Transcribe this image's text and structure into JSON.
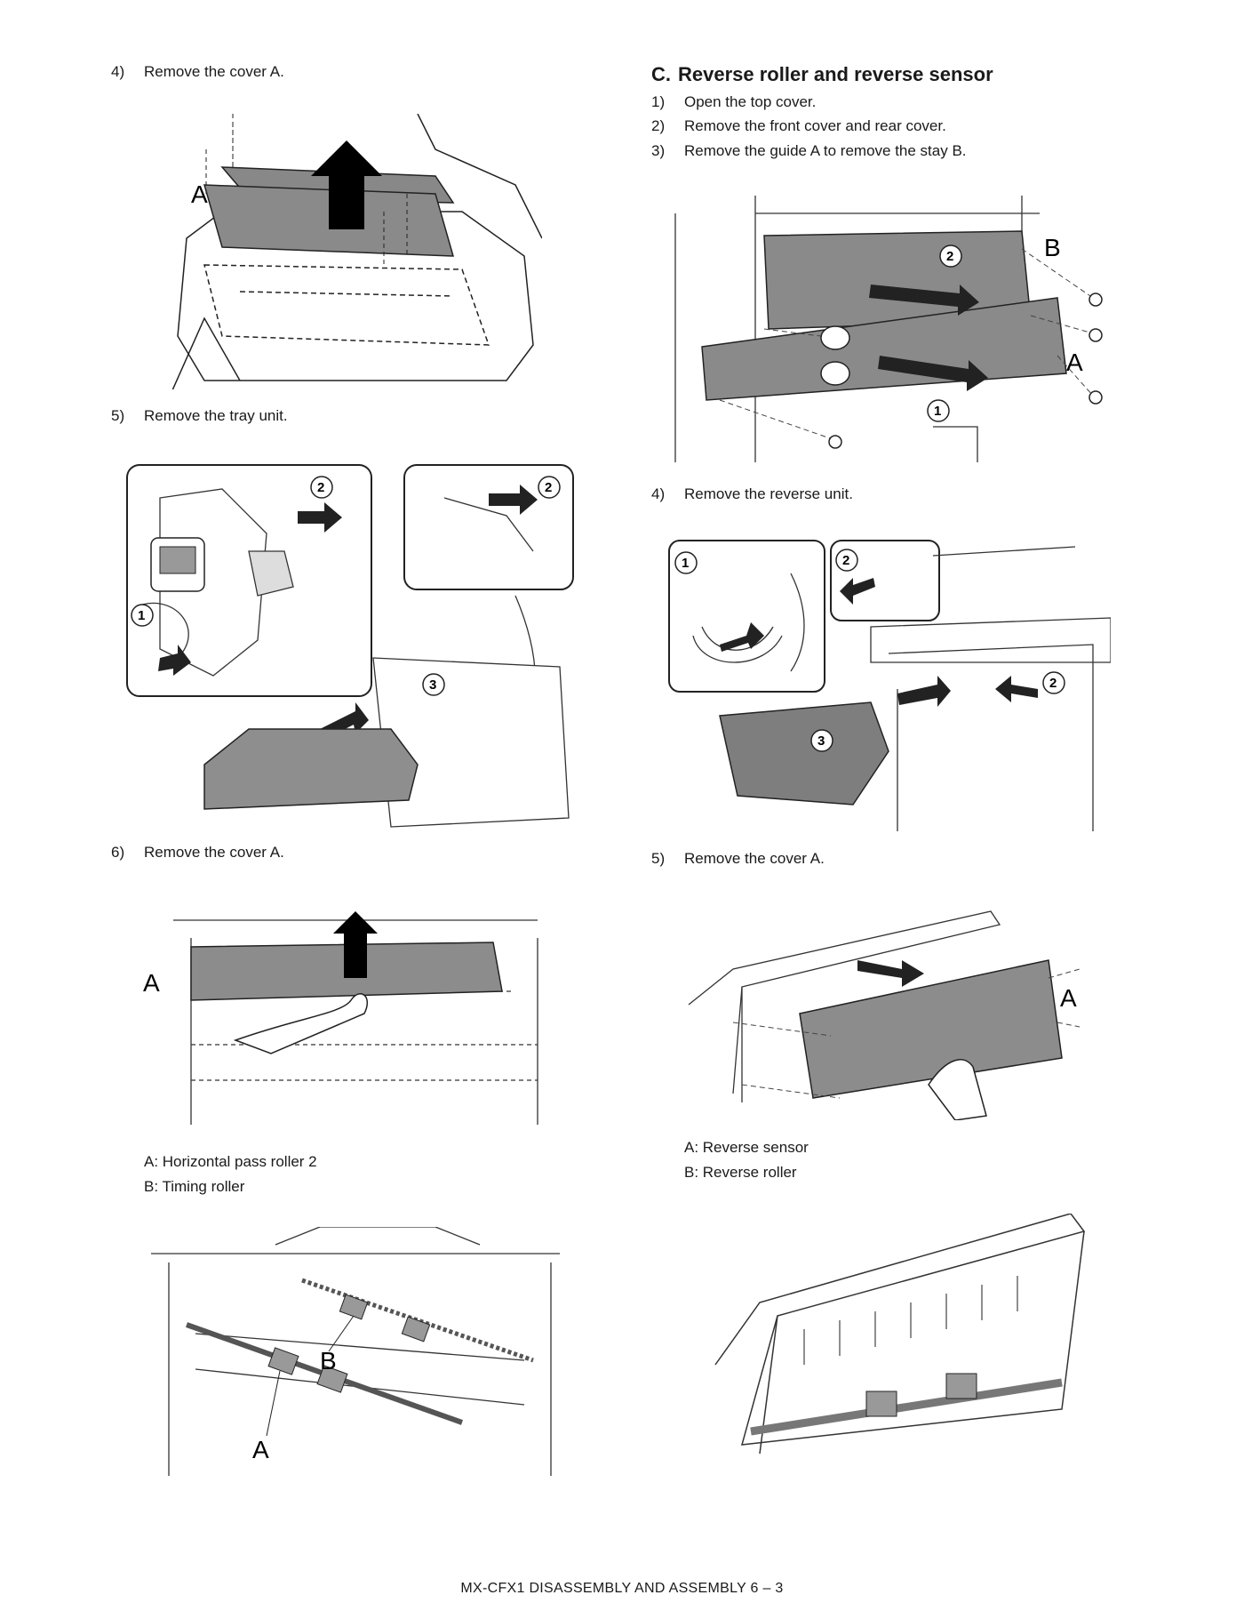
{
  "left": {
    "step4": {
      "num": "4)",
      "text": "Remove the cover A."
    },
    "fig1": {
      "label_a": "A"
    },
    "step5": {
      "num": "5)",
      "text": "Remove the tray unit."
    },
    "fig2": {
      "c1": "1",
      "c2a": "2",
      "c2b": "2",
      "c3": "3"
    },
    "step6": {
      "num": "6)",
      "text": "Remove the cover A."
    },
    "fig3": {
      "label_a": "A"
    },
    "note_a": "A: Horizontal pass roller 2",
    "note_b": "B: Timing roller",
    "fig4": {
      "label_a": "A",
      "label_b": "B"
    }
  },
  "right": {
    "section": {
      "letter": "C.",
      "title": "Reverse roller and reverse sensor"
    },
    "step1": {
      "num": "1)",
      "text": "Open the top cover."
    },
    "step2": {
      "num": "2)",
      "text": "Remove the front cover and rear cover."
    },
    "step3": {
      "num": "3)",
      "text": "Remove the guide A to remove the stay B."
    },
    "fig5": {
      "label_b": "B",
      "label_a": "A",
      "c1": "1",
      "c2": "2"
    },
    "step4": {
      "num": "4)",
      "text": "Remove the reverse unit."
    },
    "fig6": {
      "c1": "1",
      "c2a": "2",
      "c2b": "2",
      "c3": "3"
    },
    "step5": {
      "num": "5)",
      "text": "Remove the cover A."
    },
    "fig7": {
      "label_a": "A"
    },
    "note_a": "A: Reverse sensor",
    "note_b": "B: Reverse roller"
  },
  "footer": "MX-CFX1  DISASSEMBLY AND ASSEMBLY  6 – 3"
}
